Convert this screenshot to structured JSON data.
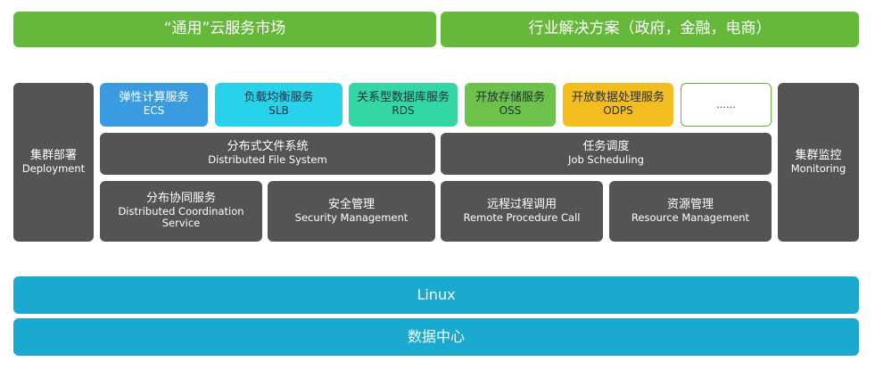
{
  "top": {
    "general_cloud": "“通用”云服务市场",
    "industry": "行业解决方案（政府，金融，电商）"
  },
  "deployment": {
    "zh": "集群部署",
    "en": "Deployment"
  },
  "monitoring": {
    "zh": "集群监控",
    "en": "Monitoring"
  },
  "services": {
    "ecs": {
      "zh": "弹性计算服务",
      "en": "ECS"
    },
    "slb": {
      "zh": "负载均衡服务",
      "en": "SLB"
    },
    "rds": {
      "zh": "关系型数据库服务",
      "en": "RDS"
    },
    "oss": {
      "zh": "开放存储服务",
      "en": "OSS"
    },
    "odps": {
      "zh": "开放数据处理服务",
      "en": "ODPS"
    },
    "more": "......"
  },
  "dfs": {
    "zh": "分布式文件系统",
    "en": "Distributed File System"
  },
  "job": {
    "zh": "任务调度",
    "en": "Job Scheduling"
  },
  "coord": {
    "zh": "分布协同服务",
    "en1": "Distributed Coordination",
    "en2": "Service"
  },
  "security": {
    "zh": "安全管理",
    "en": "Security Management"
  },
  "rpc": {
    "zh": "远程过程调用",
    "en": "Remote Procedure Call"
  },
  "resource": {
    "zh": "资源管理",
    "en": "Resource Management"
  },
  "linux": "Linux",
  "datacenter": "数据中心"
}
